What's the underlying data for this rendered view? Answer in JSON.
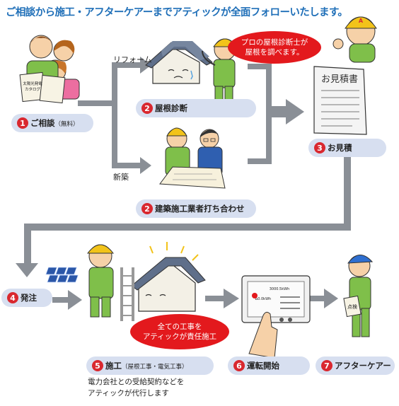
{
  "title": "ご相談から施工・アフターケアーまでアティックが全面フォローいたします。",
  "steps": {
    "s1": {
      "num": "1",
      "label": "ご相談",
      "sub": "（無料）"
    },
    "s2a": {
      "num": "2",
      "label": "屋根診断"
    },
    "s2b": {
      "num": "2",
      "label": "建築施工業者打ち合わせ"
    },
    "s3": {
      "num": "3",
      "label": "お見積"
    },
    "s4": {
      "num": "4",
      "label": "発注"
    },
    "s5": {
      "num": "5",
      "label": "施工",
      "sub": "（屋根工事・電気工事）"
    },
    "s6": {
      "num": "6",
      "label": "運転開始"
    },
    "s7": {
      "num": "7",
      "label": "アフターケアー"
    }
  },
  "branches": {
    "reform": "リフォーム",
    "new_build": "新築"
  },
  "bubbles": {
    "inspector": [
      "プロの屋根診断士が",
      "屋根を調べます。"
    ],
    "construction": [
      "全ての工事を",
      "アティックが責任施工"
    ]
  },
  "illustrations": {
    "catalog_text": [
      "太陽光発電",
      "カタログ"
    ],
    "estimate_doc": "お見積書",
    "helmet_badge": "A",
    "checklist_text": "点検",
    "monitor_text": [
      "3000.5kWh",
      "Δ0.0kWh"
    ]
  },
  "note": [
    "電力会社との受給契約などを",
    "アティックが代行します"
  ],
  "colors": {
    "accent": "#1f6fb8",
    "pill": "#d7dff0",
    "badge": "#d9282f",
    "bubble": "#e3191d",
    "arrow": "#8a8f96",
    "worker": "#7fbf4a"
  }
}
